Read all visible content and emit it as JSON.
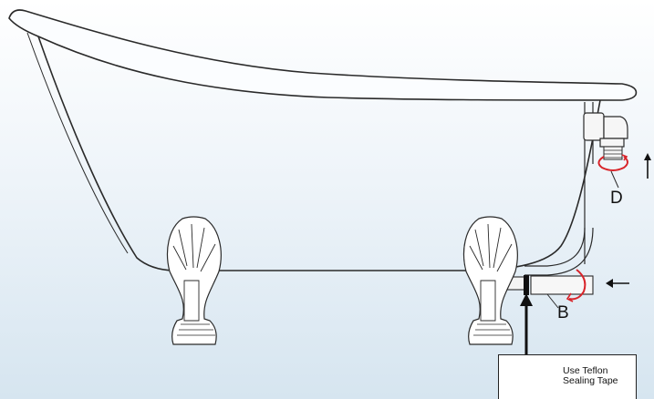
{
  "labels": {
    "d": "D",
    "b": "B"
  },
  "callout": {
    "line1": "Use Teflon",
    "line2": "Sealing Tape"
  },
  "colors": {
    "background_top": "#ffffff",
    "background_bottom": "#dbe8f2",
    "outline": "#2a2a2a",
    "rotation_arrow": "#d8242a"
  },
  "icons": [
    "claw-foot-left-icon",
    "claw-foot-right-icon",
    "tape-roll-icon",
    "rotation-arrow-icon",
    "arrow-up-icon",
    "arrow-left-icon"
  ]
}
